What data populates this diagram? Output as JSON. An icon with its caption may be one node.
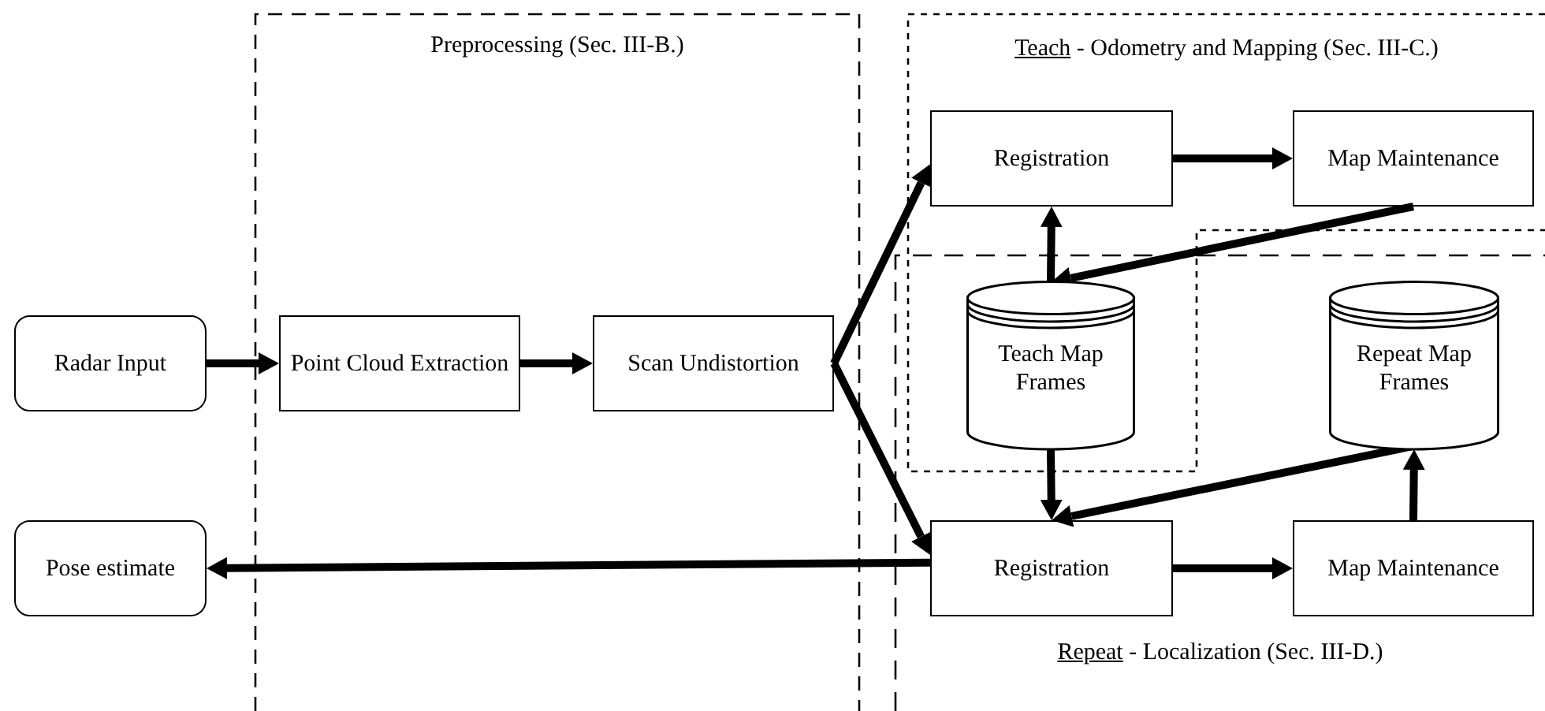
{
  "diagram": {
    "nodes": [
      {
        "text": [
          "Radar Input"
        ]
      },
      {
        "text": [
          "Pose estimate"
        ]
      },
      {
        "text": [
          "Preprocessing (Sec. III-B.)"
        ]
      },
      {
        "text": [
          "Point Cloud Extraction"
        ],
        "in": 2
      },
      {
        "text": [
          "Scan Undistortion"
        ],
        "in": 2
      },
      {
        "text": [
          "Teach",
          "- Odometry and Mapping (Sec. III-C.)"
        ]
      },
      {
        "text": [
          "Registration"
        ],
        "in": 5
      },
      {
        "text": [
          "Map Maintenance"
        ],
        "in": 5
      },
      {
        "text": [
          "Repeat",
          "- Localization (Sec. III-D.)"
        ]
      },
      {
        "text": [
          "Teach Map Frames"
        ]
      },
      {
        "text": [
          "Repeat Map Frames"
        ]
      },
      {
        "text": [
          "Registration"
        ],
        "in": 8
      },
      {
        "text": [
          "Map Maintenance"
        ],
        "in": 8
      }
    ],
    "edges": [
      {
        "from": 0,
        "to": 3,
        "arrow": "to"
      },
      {
        "from": 3,
        "to": 4,
        "arrow": "to"
      },
      {
        "from": 4,
        "to": 6,
        "arrow": "to"
      },
      {
        "from": 4,
        "to": 11,
        "arrow": "to"
      },
      {
        "from": 6,
        "to": 7,
        "arrow": "to"
      },
      {
        "from": 7,
        "to": 9,
        "arrow": "to"
      },
      {
        "from": 9,
        "to": 6,
        "arrow": "to"
      },
      {
        "from": 9,
        "to": 11,
        "arrow": "to"
      },
      {
        "from": 10,
        "to": 11,
        "arrow": "to"
      },
      {
        "from": 11,
        "to": 12,
        "arrow": "to"
      },
      {
        "from": 12,
        "to": 10,
        "arrow": "to"
      },
      {
        "from": 11,
        "to": 1,
        "arrow": "to"
      }
    ]
  }
}
